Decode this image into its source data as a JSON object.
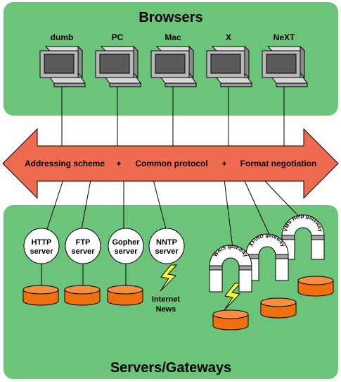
{
  "browsers": {
    "title": "Browsers",
    "items": [
      {
        "label": "dumb"
      },
      {
        "label": "PC"
      },
      {
        "label": "Mac"
      },
      {
        "label": "X"
      },
      {
        "label": "NeXT"
      }
    ]
  },
  "bus": {
    "addressing": "Addressing scheme",
    "plus1": "+",
    "protocol": "Common protocol",
    "plus2": "+",
    "format": "Format negotiation"
  },
  "servers": {
    "title": "Servers/Gateways",
    "items": [
      {
        "line1": "HTTP",
        "line2": "server"
      },
      {
        "line1": "FTP",
        "line2": "server"
      },
      {
        "line1": "Gopher",
        "line2": "server"
      },
      {
        "line1": "NNTP",
        "line2": "server"
      }
    ],
    "internet_news": {
      "line1": "Internet",
      "line2": "News"
    }
  },
  "gateways": [
    {
      "label": "WAIS gateway"
    },
    {
      "label": "XFIND gateway"
    },
    {
      "label": "VMS Help gateway"
    }
  ],
  "colors": {
    "panel": "#6cc47a",
    "arrow": "#ef6b50",
    "database": "#f07010",
    "lightning": "#ffff33",
    "computer": "#b8b8b8"
  }
}
